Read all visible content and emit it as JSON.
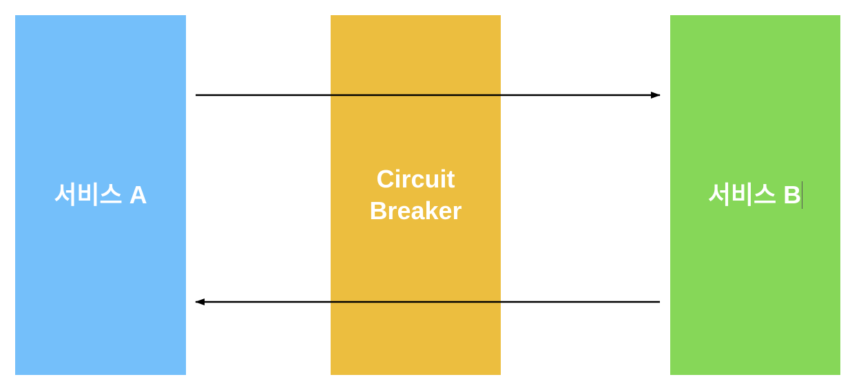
{
  "colors": {
    "service_a": "#74bffa",
    "breaker": "#ecbe3f",
    "service_b": "#86d758",
    "arrow": "#000000",
    "label": "#ffffff"
  },
  "blocks": {
    "service_a": {
      "label": "서비스 A"
    },
    "breaker": {
      "line1": "Circuit",
      "line2": "Breaker"
    },
    "service_b": {
      "label": "서비스 B"
    }
  },
  "arrows": [
    {
      "name": "request-arrow",
      "from": "service_a",
      "to": "service_b"
    },
    {
      "name": "response-arrow",
      "from": "service_b",
      "to": "service_a"
    }
  ]
}
